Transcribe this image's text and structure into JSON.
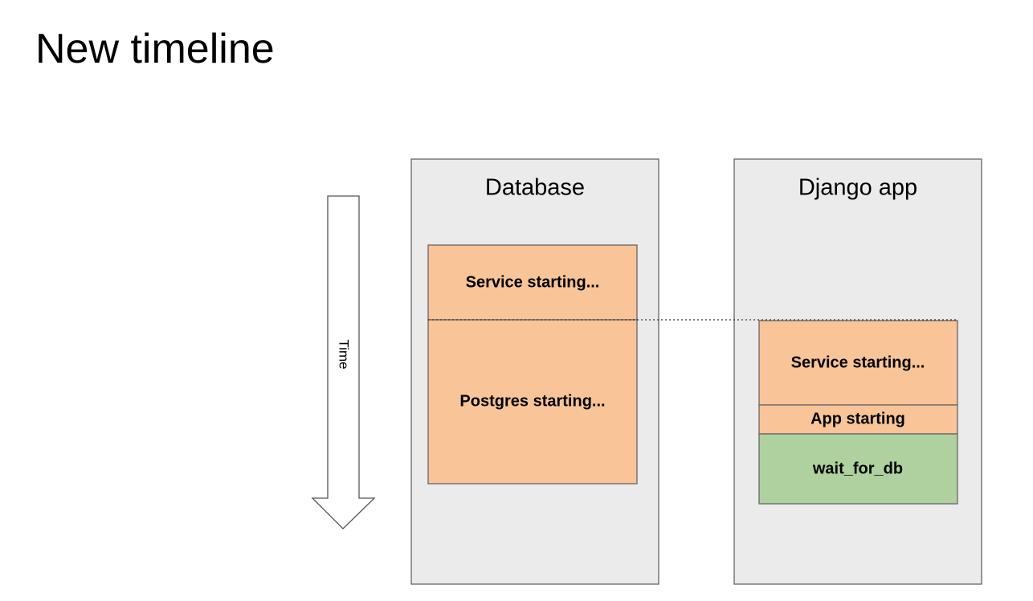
{
  "slide": {
    "title": "New timeline"
  },
  "time_arrow": {
    "label": "Time"
  },
  "columns": {
    "database": {
      "label": "Database",
      "phases": [
        {
          "label": "Service starting...",
          "color": "#f8c498"
        },
        {
          "label": "Postgres starting...",
          "color": "#f8c498"
        }
      ]
    },
    "django_app": {
      "label": "Django app",
      "phases": [
        {
          "label": "Service starting...",
          "color": "#f8c498"
        },
        {
          "label": "App starting",
          "color": "#f8c498"
        },
        {
          "label": "wait_for_db",
          "color": "#aed19f"
        }
      ]
    }
  },
  "colors": {
    "column_fill": "#ebebeb",
    "border": "#666666",
    "starting_phase": "#f8c498",
    "waiting_phase": "#aed19f"
  }
}
